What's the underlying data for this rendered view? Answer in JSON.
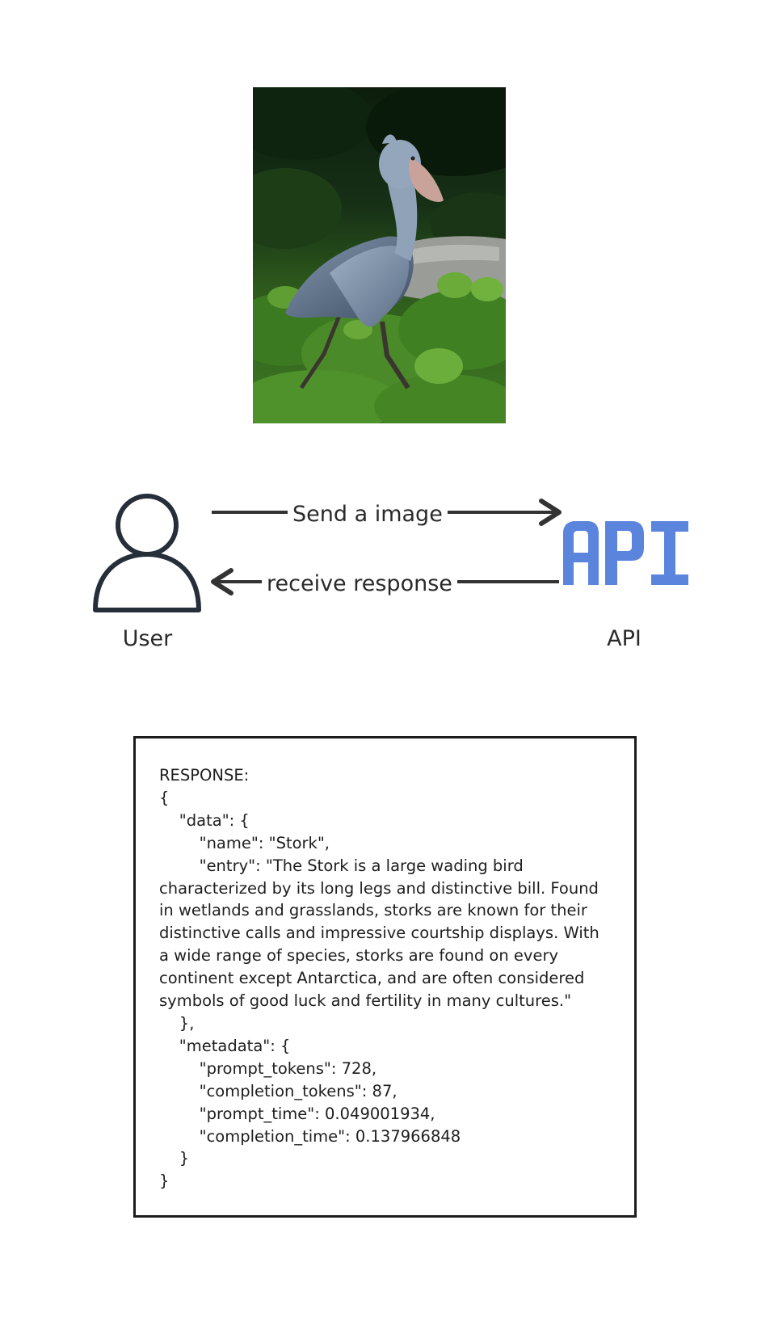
{
  "diagram": {
    "send_label": "Send a image",
    "receive_label": "receive response",
    "user_caption": "User",
    "api_caption": "API",
    "api_logo_text": "API",
    "colors": {
      "ink": "#262e3a",
      "api_logo": "#5b84dd",
      "arrow": "#333333"
    }
  },
  "photo": {
    "subject": "shoebill stork standing in green foliage"
  },
  "response": {
    "text": "RESPONSE:\n{\n    \"data\": {\n        \"name\": \"Stork\",\n        \"entry\": \"The Stork is a large wading bird characterized by its long legs and distinctive bill. Found in wetlands and grasslands, storks are known for their distinctive calls and impressive courtship displays. With a wide range of species, storks are found on every continent except Antarctica, and are often considered symbols of good luck and fertility in many cultures.\"\n    },\n    \"metadata\": {\n        \"prompt_tokens\": 728,\n        \"completion_tokens\": 87,\n        \"prompt_time\": 0.049001934,\n        \"completion_time\": 0.137966848\n    }\n}"
  }
}
